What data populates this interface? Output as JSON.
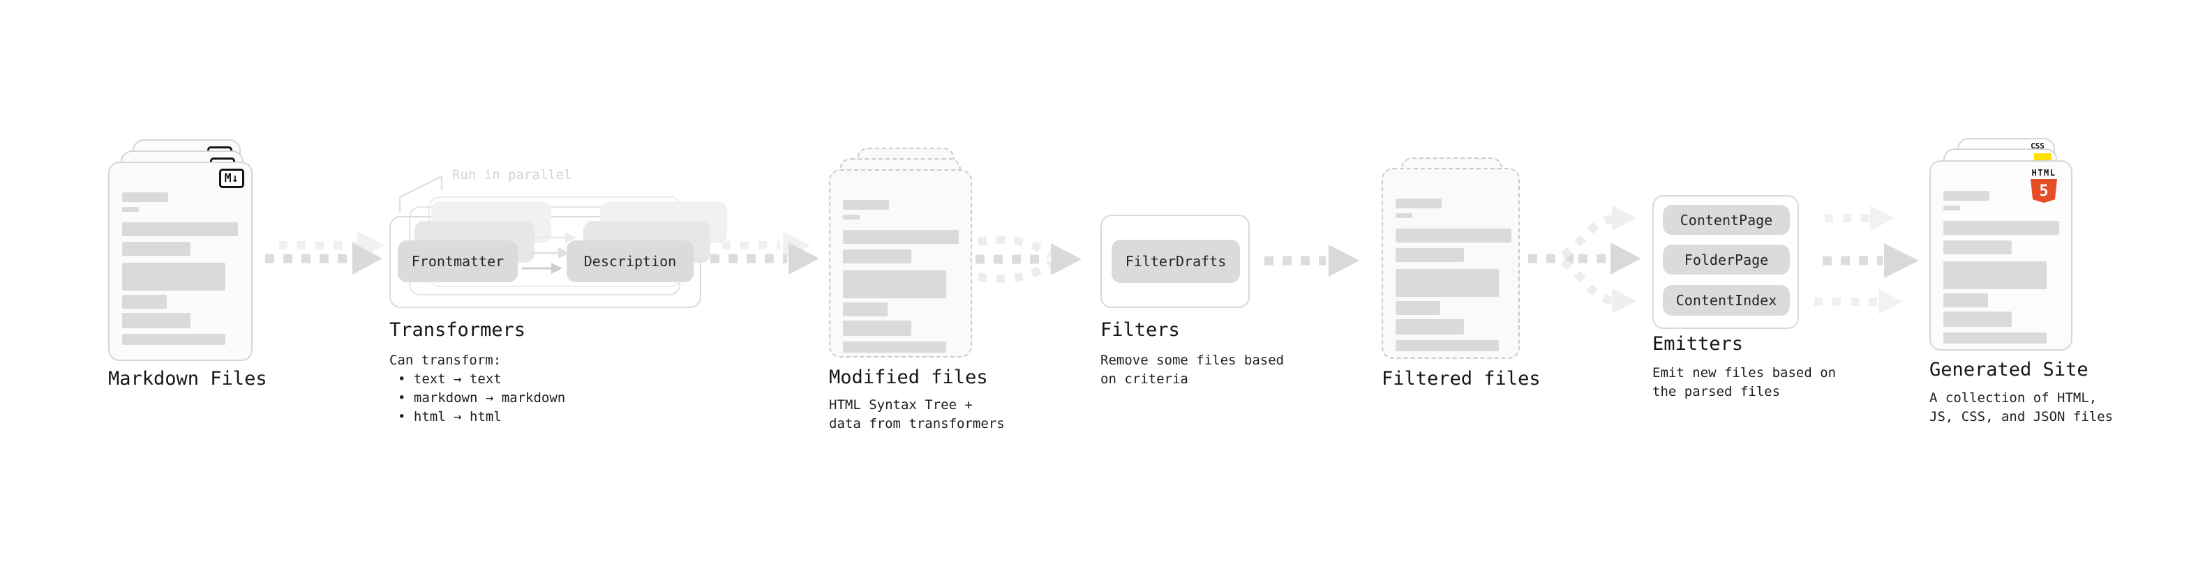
{
  "stages": {
    "markdown": {
      "title": "Markdown Files",
      "badge": "M↓"
    },
    "transformers": {
      "title": "Transformers",
      "note": "Run in parallel",
      "front_button": "Frontmatter",
      "back_button": "Description",
      "heading": "Can transform:",
      "bullets": [
        "• text → text",
        "• markdown → markdown",
        "• html → html"
      ]
    },
    "modified": {
      "title": "Modified files",
      "subtitle": "HTML Syntax Tree +\ndata from transformers"
    },
    "filters": {
      "title": "Filters",
      "button": "FilterDrafts",
      "subtitle": "Remove some files based\non criteria"
    },
    "filtered": {
      "title": "Filtered files"
    },
    "emitters": {
      "title": "Emitters",
      "buttons": [
        "ContentPage",
        "FolderPage",
        "ContentIndex"
      ],
      "subtitle": "Emit new files based on\nthe parsed files"
    },
    "generated": {
      "title": "Generated Site",
      "subtitle": "A collection of HTML,\nJS, CSS, and JSON files",
      "css_badge": "CSS",
      "html_badge": {
        "label": "HTML",
        "number": "5"
      }
    }
  },
  "colors": {
    "html5_orange": "#e44d26",
    "js_yellow": "#ffdf00",
    "css_blue": "#2965f1"
  }
}
